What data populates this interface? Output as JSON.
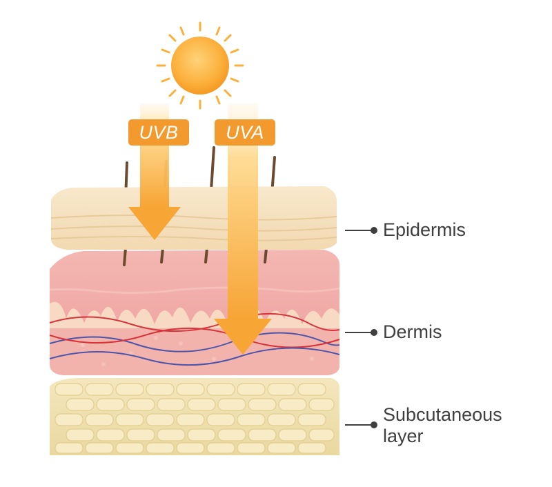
{
  "uv": {
    "uvb_label": "UVB",
    "uva_label": "UVA"
  },
  "layers": {
    "epidermis": "Epidermis",
    "dermis": "Dermis",
    "subcutaneous_line1": "Subcutaneous",
    "subcutaneous_line2": "layer"
  },
  "colors": {
    "sun": "#fbb03b",
    "uv_label_bg": "#f39a2e",
    "arrow": "#f7a535",
    "epidermis": "#f6e3c3",
    "dermis": "#f0a9a6",
    "subcutaneous": "#f1e4b4",
    "artery": "#d9333a",
    "vein": "#4b54a8",
    "label_text": "#3f3f3f"
  }
}
